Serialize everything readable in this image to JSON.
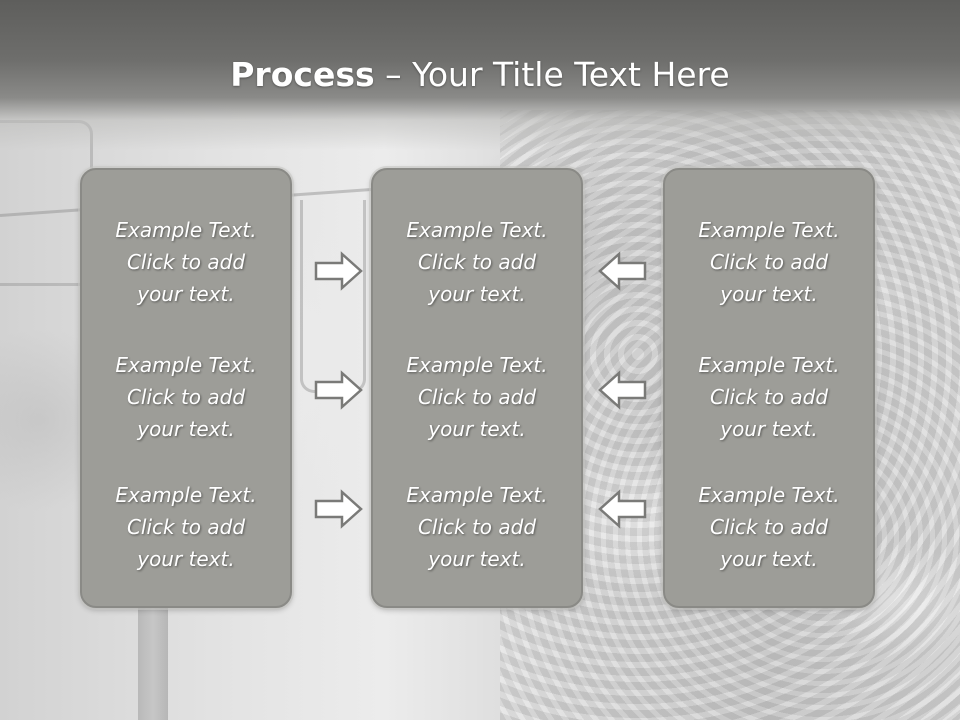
{
  "slide": {
    "title_bold": "Process",
    "title_rest": " – Your Title Text Here",
    "boxes": [
      {
        "items": [
          {
            "line1": "Example Text.",
            "line2": "Click  to add",
            "line3": "your text."
          },
          {
            "line1": "Example Text.",
            "line2": "Click  to add",
            "line3": "your text."
          },
          {
            "line1": "Example Text.",
            "line2": "Click  to add",
            "line3": "your text."
          }
        ]
      },
      {
        "items": [
          {
            "line1": "Example Text.",
            "line2": "Click  to add",
            "line3": "your text."
          },
          {
            "line1": "Example Text.",
            "line2": "Click  to add",
            "line3": "your text."
          },
          {
            "line1": "Example Text.",
            "line2": "Click  to add",
            "line3": "your text."
          }
        ]
      },
      {
        "items": [
          {
            "line1": "Example Text.",
            "line2": "Click  to add",
            "line3": "your text."
          },
          {
            "line1": "Example Text.",
            "line2": "Click  to add",
            "line3": "your text."
          },
          {
            "line1": "Example Text.",
            "line2": "Click  to add",
            "line3": "your text."
          }
        ]
      }
    ],
    "arrows": {
      "left_group": "arrow-right-icon",
      "right_group": "arrow-left-icon"
    }
  },
  "colors": {
    "title_band": "#5e5e5c",
    "box_fill": "#9d9d98",
    "box_border": "#8a8a86",
    "text": "#ffffff",
    "arrow_stroke": "#7a7a78",
    "arrow_fill": "#ffffff"
  }
}
